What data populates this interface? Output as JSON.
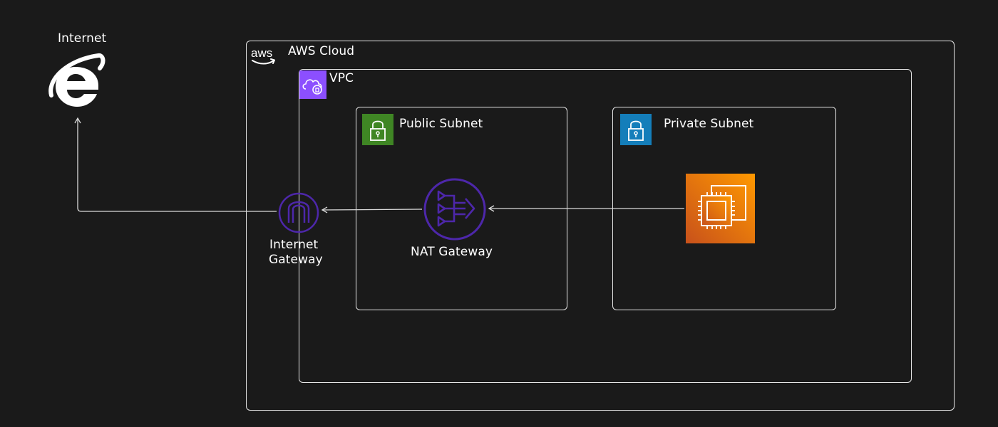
{
  "internet": {
    "label": "Internet",
    "icon": "internet-explorer-icon"
  },
  "aws_cloud": {
    "label": "AWS Cloud",
    "logo_text": "aws",
    "icon": "aws-logo"
  },
  "vpc": {
    "label": "VPC",
    "icon": "vpc-cloud-icon",
    "icon_color": "#8c4fff"
  },
  "public_subnet": {
    "label": "Public Subnet",
    "icon": "lock-icon",
    "icon_color": "#3f8624"
  },
  "private_subnet": {
    "label": "Private Subnet",
    "icon": "lock-icon",
    "icon_color": "#147eba"
  },
  "internet_gateway": {
    "label_line1": "Internet",
    "label_line2": "Gateway",
    "icon": "internet-gateway-icon",
    "icon_color": "#4d27aa"
  },
  "nat_gateway": {
    "label": "NAT Gateway",
    "icon": "nat-gateway-icon",
    "icon_color": "#4d27aa"
  },
  "ec2_instance": {
    "icon": "ec2-chip-icon",
    "icon_color": "#ed7100"
  },
  "connections": [
    {
      "from": "ec2_instance",
      "to": "nat_gateway"
    },
    {
      "from": "nat_gateway",
      "to": "internet_gateway"
    },
    {
      "from": "internet_gateway",
      "to": "internet"
    }
  ]
}
